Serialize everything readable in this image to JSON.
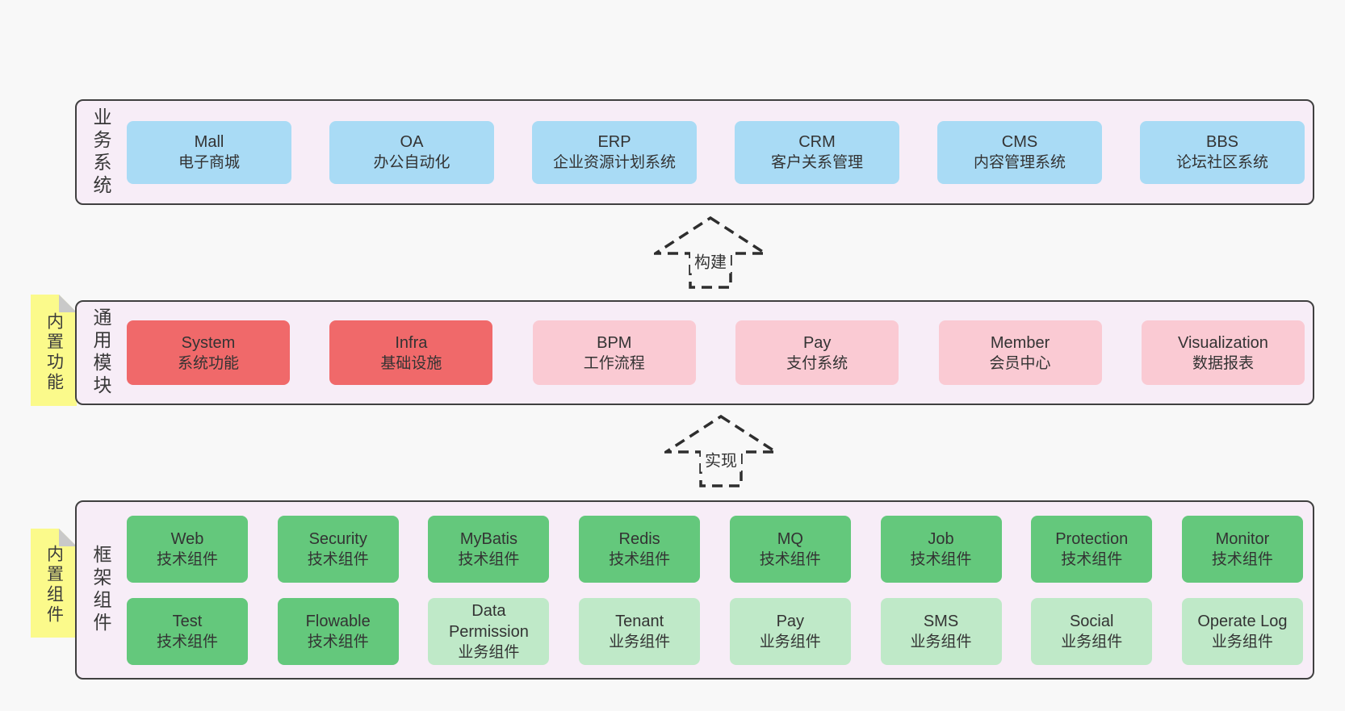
{
  "colors": {
    "background": "#f8f8f8",
    "panel_fill": "#f7edf7",
    "panel_border": "#404040",
    "box_blue": "#a9dbf5",
    "box_red": "#f0696a",
    "box_pink": "#facad3",
    "box_green": "#64c87c",
    "box_green_light": "#bfe9c8",
    "sticky_yellow": "#fbfa8b",
    "fold_gray": "#c9c9c9",
    "arrow_stroke": "#2e2e2e",
    "text": "#333333"
  },
  "arrows": [
    {
      "label": "构建"
    },
    {
      "label": "实现"
    }
  ],
  "layers": [
    {
      "label": "业务系统",
      "tab": null,
      "boxes": [
        {
          "name": "Mall",
          "desc": "电子商城",
          "variant": "blue"
        },
        {
          "name": "OA",
          "desc": "办公自动化",
          "variant": "blue"
        },
        {
          "name": "ERP",
          "desc": "企业资源计划系统",
          "variant": "blue"
        },
        {
          "name": "CRM",
          "desc": "客户关系管理",
          "variant": "blue"
        },
        {
          "name": "CMS",
          "desc": "内容管理系统",
          "variant": "blue"
        },
        {
          "name": "BBS",
          "desc": "论坛社区系统",
          "variant": "blue"
        }
      ]
    },
    {
      "label": "通用模块",
      "tab": "内置功能",
      "boxes": [
        {
          "name": "System",
          "desc": "系统功能",
          "variant": "red"
        },
        {
          "name": "Infra",
          "desc": "基础设施",
          "variant": "red"
        },
        {
          "name": "BPM",
          "desc": "工作流程",
          "variant": "pink"
        },
        {
          "name": "Pay",
          "desc": "支付系统",
          "variant": "pink"
        },
        {
          "name": "Member",
          "desc": "会员中心",
          "variant": "pink"
        },
        {
          "name": "Visualization",
          "desc": "数据报表",
          "variant": "pink"
        }
      ]
    },
    {
      "label": "框架组件",
      "tab": "内置组件",
      "rows": [
        [
          {
            "name": "Web",
            "desc": "技术组件",
            "variant": "green"
          },
          {
            "name": "Security",
            "desc": "技术组件",
            "variant": "green"
          },
          {
            "name": "MyBatis",
            "desc": "技术组件",
            "variant": "green"
          },
          {
            "name": "Redis",
            "desc": "技术组件",
            "variant": "green"
          },
          {
            "name": "MQ",
            "desc": "技术组件",
            "variant": "green"
          },
          {
            "name": "Job",
            "desc": "技术组件",
            "variant": "green"
          },
          {
            "name": "Protection",
            "desc": "技术组件",
            "variant": "green"
          },
          {
            "name": "Monitor",
            "desc": "技术组件",
            "variant": "green"
          }
        ],
        [
          {
            "name": "Test",
            "desc": "技术组件",
            "variant": "green"
          },
          {
            "name": "Flowable",
            "desc": "技术组件",
            "variant": "green"
          },
          {
            "name": "Data Permission",
            "desc": "业务组件",
            "variant": "green-light"
          },
          {
            "name": "Tenant",
            "desc": "业务组件",
            "variant": "green-light"
          },
          {
            "name": "Pay",
            "desc": "业务组件",
            "variant": "green-light"
          },
          {
            "name": "SMS",
            "desc": "业务组件",
            "variant": "green-light"
          },
          {
            "name": "Social",
            "desc": "业务组件",
            "variant": "green-light"
          },
          {
            "name": "Operate Log",
            "desc": "业务组件",
            "variant": "green-light"
          }
        ]
      ]
    }
  ]
}
